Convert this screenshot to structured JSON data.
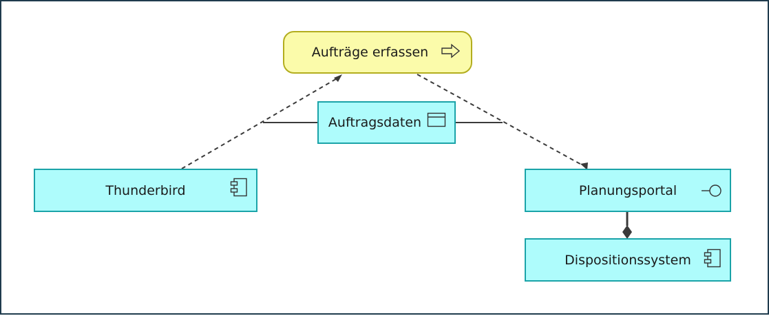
{
  "diagram": {
    "process": {
      "label": "Aufträge erfassen",
      "icon": "process-arrow-icon"
    },
    "data_object": {
      "label": "Auftragsdaten",
      "icon": "data-object-icon"
    },
    "component_left": {
      "label": "Thunderbird",
      "icon": "application-component-icon"
    },
    "interface": {
      "label": "Planungsportal",
      "icon": "application-interface-icon"
    },
    "component_bottom": {
      "label": "Dispositionssystem",
      "icon": "application-component-icon"
    },
    "colors": {
      "application_fill": "#aefcfc",
      "application_border": "#1aa3a8",
      "process_fill": "#fbfbaa",
      "process_border": "#b3ad1e",
      "connector": "#3a3a3a"
    }
  }
}
